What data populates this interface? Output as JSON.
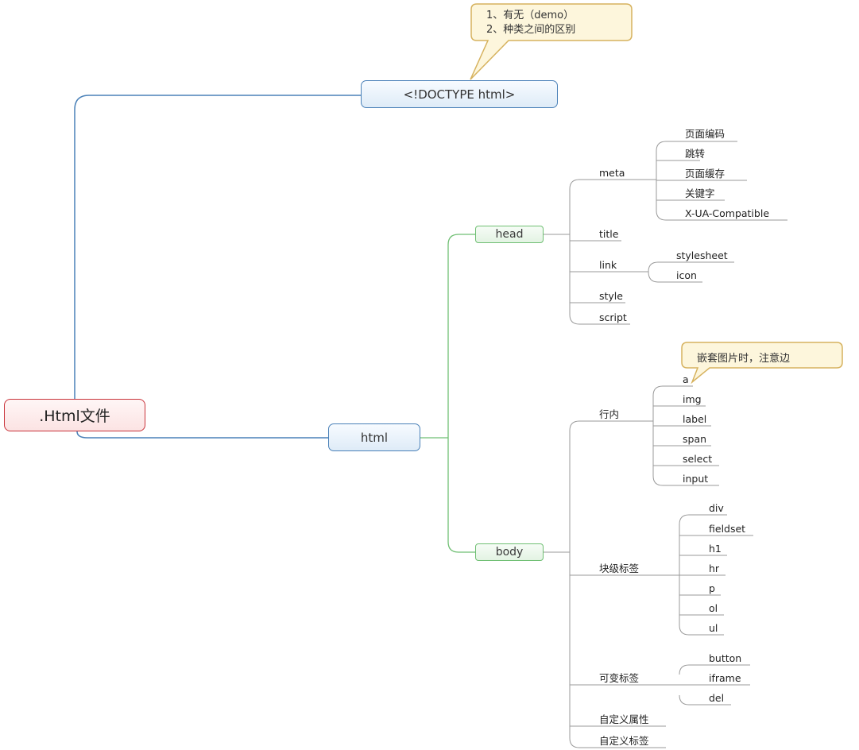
{
  "root": {
    "label": ".Html文件"
  },
  "doctype": {
    "label": "<!DOCTYPE html>",
    "notes": [
      "1、有无（demo）",
      "2、种类之间的区别"
    ]
  },
  "html": {
    "label": "html",
    "head": {
      "label": "head",
      "meta": {
        "label": "meta",
        "items": [
          "页面编码",
          "跳转",
          "页面缓存",
          "关键字",
          "X-UA-Compatible"
        ]
      },
      "title": "title",
      "link": {
        "label": "link",
        "items": [
          "stylesheet",
          "icon"
        ]
      },
      "style": "style",
      "script": "script"
    },
    "body": {
      "label": "body",
      "inline": {
        "label": "行内",
        "items": [
          "a",
          "img",
          "label",
          "span",
          "select",
          "input"
        ],
        "note": "嵌套图片时，注意边"
      },
      "block": {
        "label": "块级标签",
        "items": [
          "div",
          "fieldset",
          "h1",
          "hr",
          "p",
          "ol",
          "ul"
        ]
      },
      "variable": {
        "label": "可变标签",
        "items": [
          "button",
          "iframe",
          "del"
        ]
      },
      "custom_attr": "自定义属性",
      "custom_tag": "自定义标签"
    }
  },
  "colors": {
    "root_border": "#c9333a",
    "main_border": "#4a81b8",
    "sub_border": "#6fbf73",
    "callout_border": "#d6b25e",
    "callout_fill": "#fdf6dc",
    "leaf_line": "#9a9a9a"
  }
}
